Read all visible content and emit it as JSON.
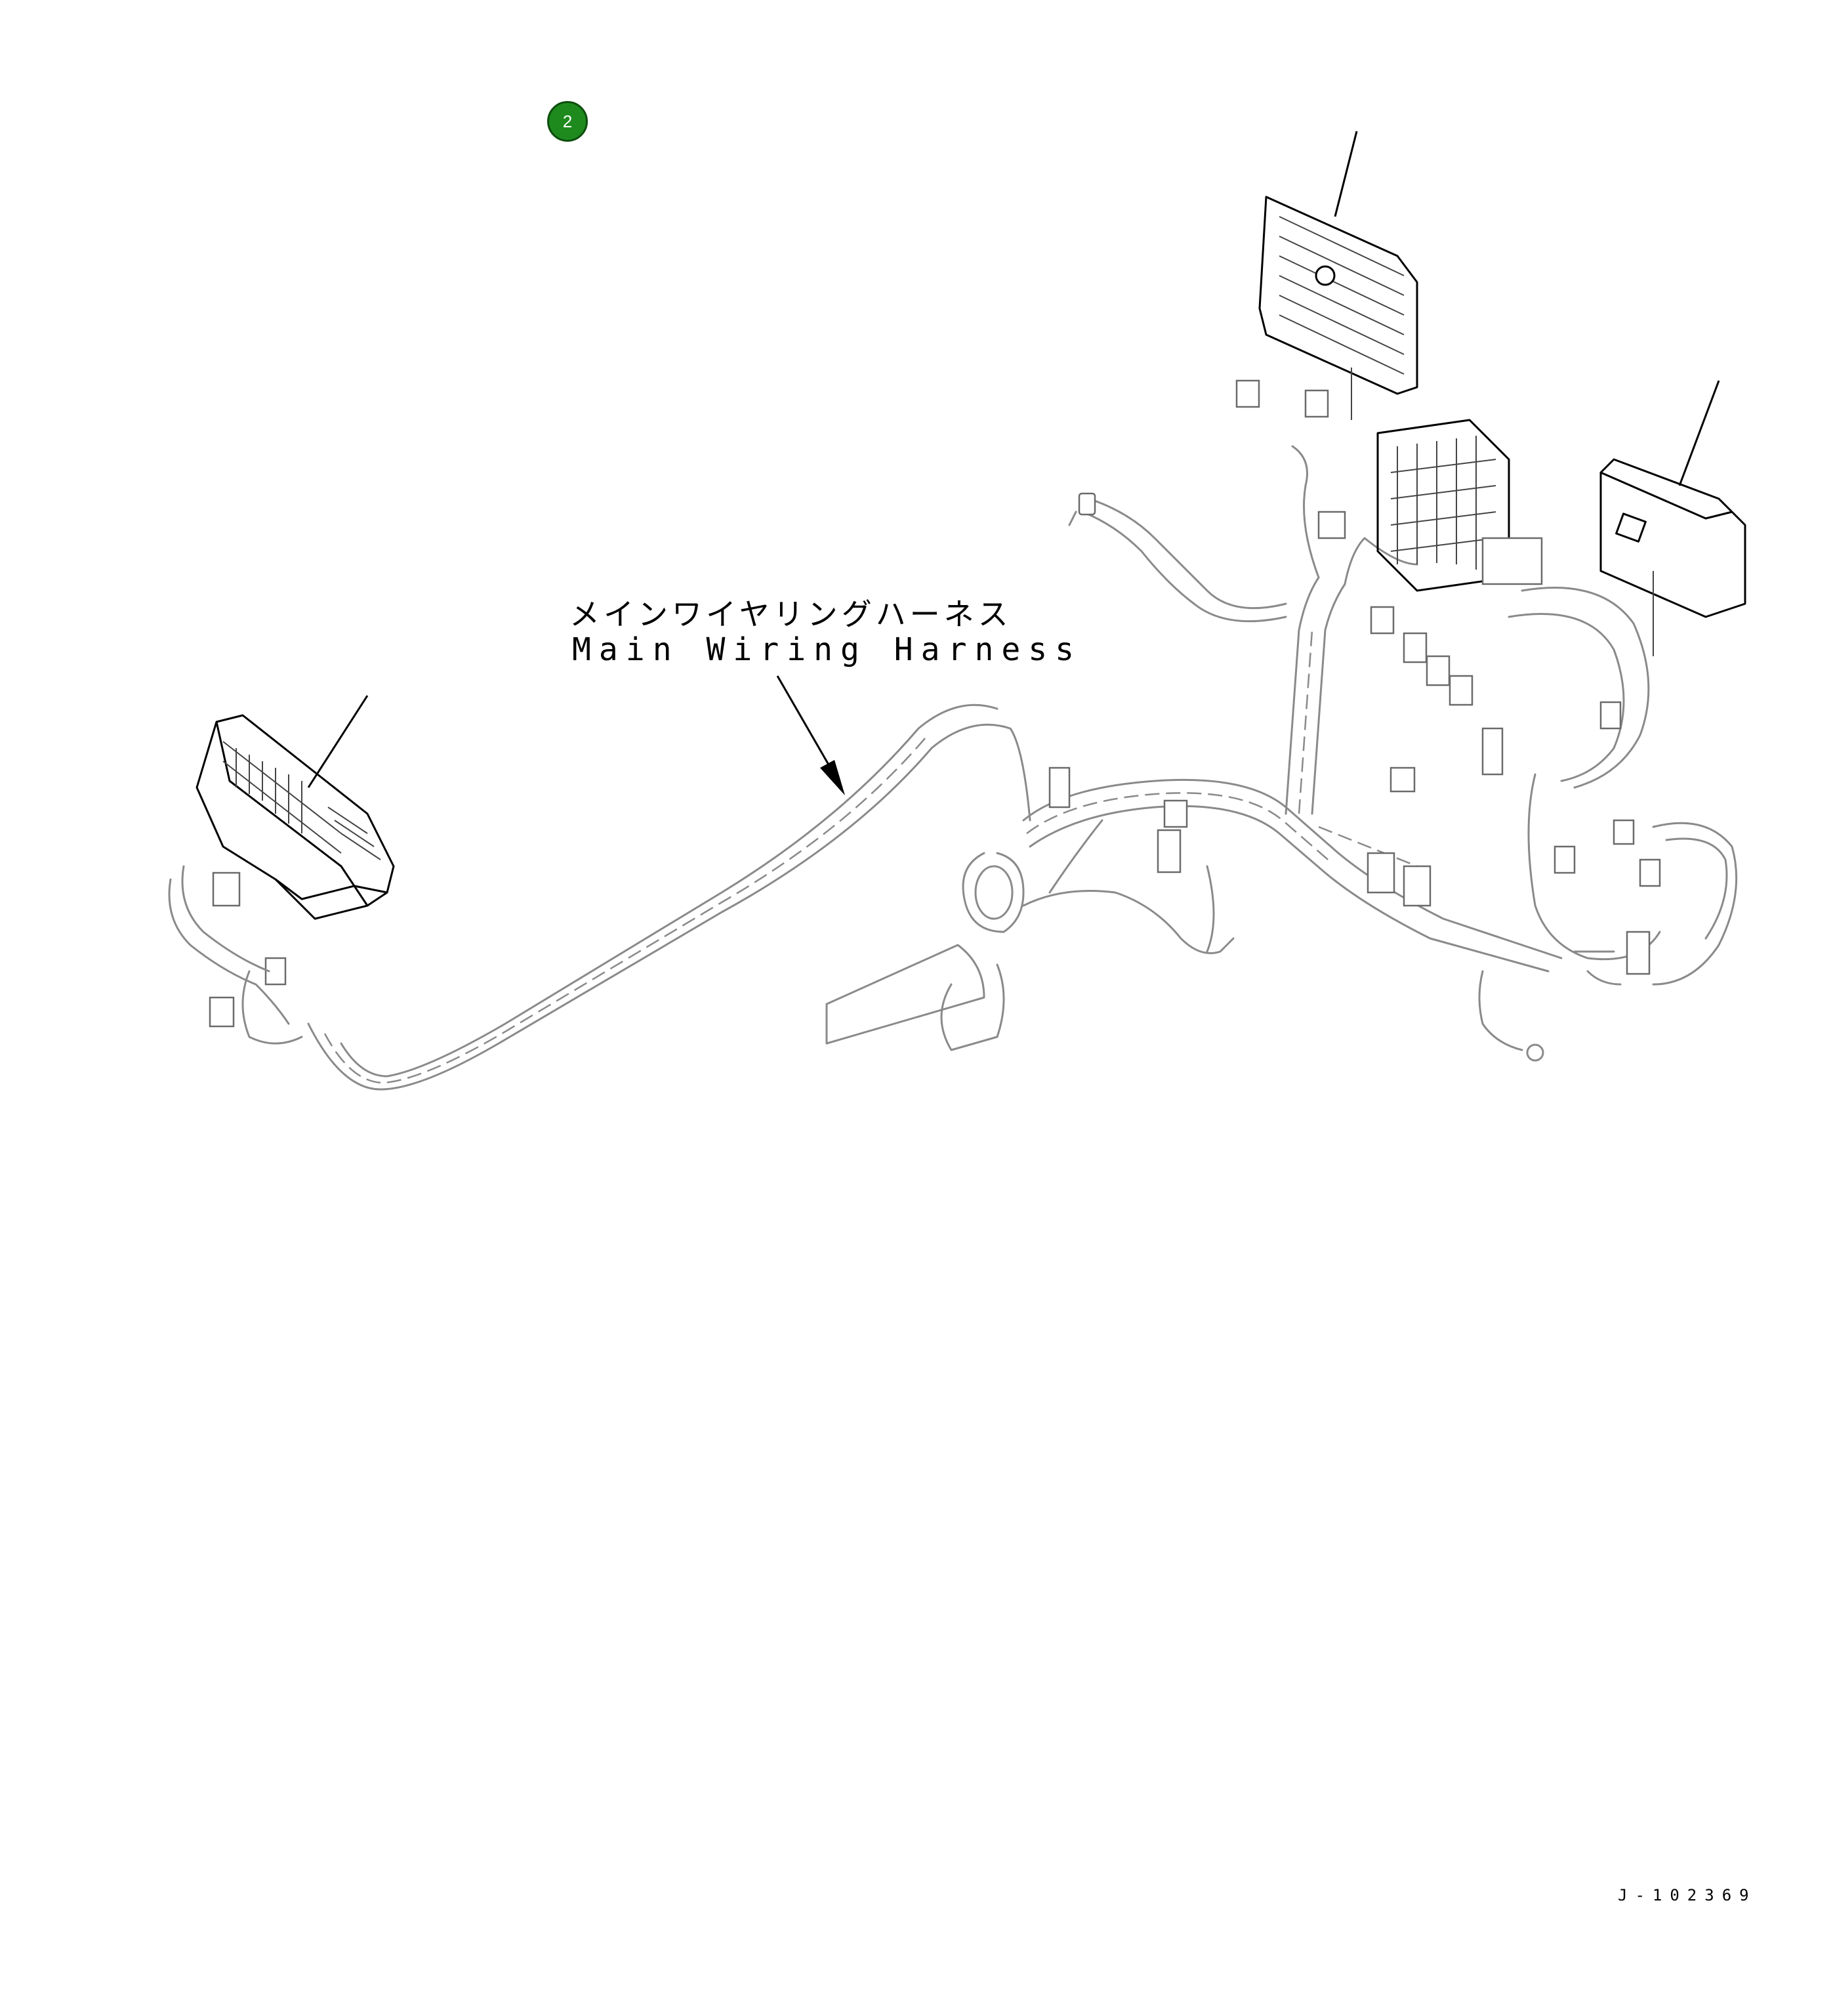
{
  "callout": {
    "number": "2",
    "color": "#1e8a1e"
  },
  "labels": {
    "japanese": "メインワイヤリングハーネス",
    "english": "Main Wiring Harness"
  },
  "drawing_id": "J-102369",
  "icons": {
    "callout": "numbered-callout-icon",
    "arrow": "leader-arrow-icon"
  }
}
